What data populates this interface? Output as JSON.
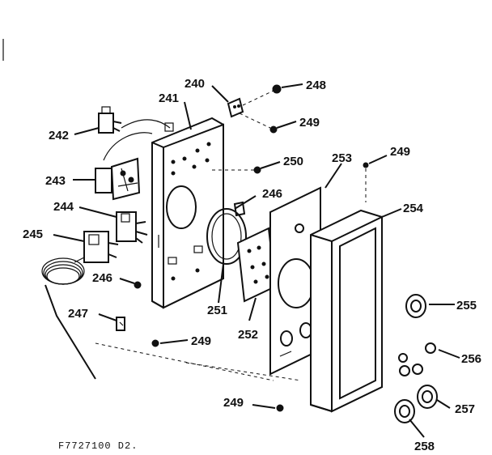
{
  "labels": {
    "p240": "240",
    "p241": "241",
    "p242": "242",
    "p243": "243",
    "p244": "244",
    "p245": "245",
    "p246a": "246",
    "p246b": "246",
    "p247": "247",
    "p248": "248",
    "p249a": "249",
    "p249b": "249",
    "p249c": "249",
    "p249d": "249",
    "p250": "250",
    "p251": "251",
    "p252": "252",
    "p253": "253",
    "p254": "254",
    "p255": "255",
    "p256": "256",
    "p257": "257",
    "p258": "258"
  },
  "footer": "F7727100 D2."
}
